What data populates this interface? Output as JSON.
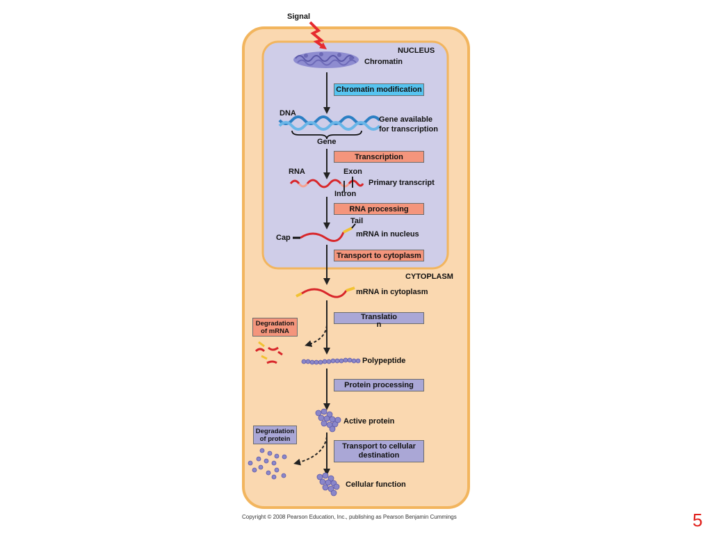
{
  "labels": {
    "signal": "Signal",
    "nucleus": "NUCLEUS",
    "chromatin": "Chromatin",
    "dna": "DNA",
    "gene": "Gene",
    "gene_available_1": "Gene available",
    "gene_available_2": "for transcription",
    "rna": "RNA",
    "exon": "Exon",
    "intron": "Intron",
    "primary_transcript": "Primary transcript",
    "tail": "Tail",
    "cap": "Cap",
    "mrna_nucleus": "mRNA in nucleus",
    "cytoplasm": "CYTOPLASM",
    "mrna_cytoplasm": "mRNA in cytoplasm",
    "polypeptide": "Polypeptide",
    "active_protein": "Active protein",
    "cellular_function": "Cellular function"
  },
  "steps": {
    "chromatin_modification": "Chromatin modification",
    "transcription": "Transcription",
    "rna_processing": "RNA processing",
    "transport_cytoplasm": "Transport to cytoplasm",
    "translation_1": "Translatio",
    "translation_2": "n",
    "protein_processing": "Protein processing",
    "transport_cellular_1": "Transport to cellular",
    "transport_cellular_2": "destination",
    "degradation_mrna_1": "Degradation",
    "degradation_mrna_2": "of mRNA",
    "degradation_protein_1": "Degradation",
    "degradation_protein_2": "of protein"
  },
  "footer": {
    "copyright": "Copyright © 2008 Pearson Education, Inc., publishing as Pearson Benjamin Cummings",
    "slide_number": "5"
  },
  "colors": {
    "cell_fill": "#fad8b0",
    "cell_border": "#f2b55e",
    "nucleus_fill": "#cfcde8",
    "nucleus_border": "#f2b55e",
    "step_blue": "#57c4f0",
    "step_salmon": "#f4957c",
    "step_lavender": "#aaa7d6",
    "rna_red": "#d8262a",
    "cap_tail_yellow": "#f2c233",
    "protein_bead": "#8a86c9",
    "dna_blue": "#2b7fc4",
    "signal_red": "#e62a2f"
  }
}
